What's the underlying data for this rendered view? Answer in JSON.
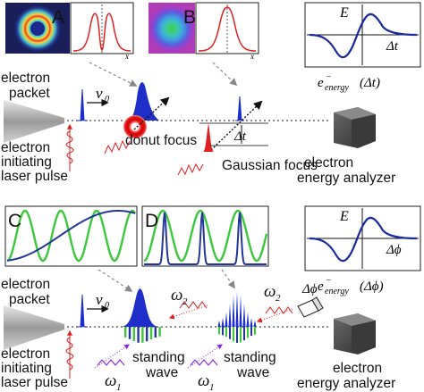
{
  "top": {
    "panel_a_letter": "A",
    "panel_b_letter": "B",
    "panel_a_axis": "x",
    "panel_b_axis": "x",
    "energy_panel": {
      "ylabel": "E",
      "xlabel": "Δt"
    },
    "electron_packet": [
      "electron",
      "packet"
    ],
    "velocity_symbol": "v",
    "velocity_sub": "0",
    "donut_focus": "donut focus",
    "gaussian_focus": "Gaussian focus",
    "delta_t": "Δt",
    "initiating_laser": [
      "electron",
      "initiating",
      "laser pulse"
    ],
    "analyzer": [
      "electron",
      "energy analyzer"
    ],
    "energy_eq": {
      "base": "e",
      "sup": "−",
      "sub": "energy",
      "arg": "(Δt)"
    }
  },
  "bottom": {
    "panel_c_letter": "C",
    "panel_d_letter": "D",
    "energy_panel": {
      "ylabel": "E",
      "xlabel": "Δϕ"
    },
    "electron_packet": [
      "electron",
      "packet"
    ],
    "velocity_symbol": "v",
    "velocity_sub": "0",
    "omega2_left": {
      "sym": "ω",
      "sub": "2"
    },
    "omega2_right": {
      "sym": "ω",
      "sub": "2"
    },
    "omega1_left": {
      "sym": "ω",
      "sub": "1"
    },
    "omega1_right": {
      "sym": "ω",
      "sub": "1"
    },
    "delta_phi": "Δϕ",
    "standing_wave_left": [
      "standing",
      "wave"
    ],
    "standing_wave_right": [
      "standing",
      "wave"
    ],
    "initiating_laser": [
      "electron",
      "initiating",
      "laser pulse"
    ],
    "analyzer": [
      "electron",
      "energy analyzer"
    ],
    "energy_eq": {
      "base": "e",
      "sup": "−",
      "sub": "energy",
      "arg": "(Δϕ)"
    }
  },
  "colors": {
    "electron_blue": "#1d2fc8",
    "laser_red": "#e02020",
    "wave_green": "#3cc83c",
    "wave_navy": "#23379a",
    "purple": "#8a2be2"
  }
}
